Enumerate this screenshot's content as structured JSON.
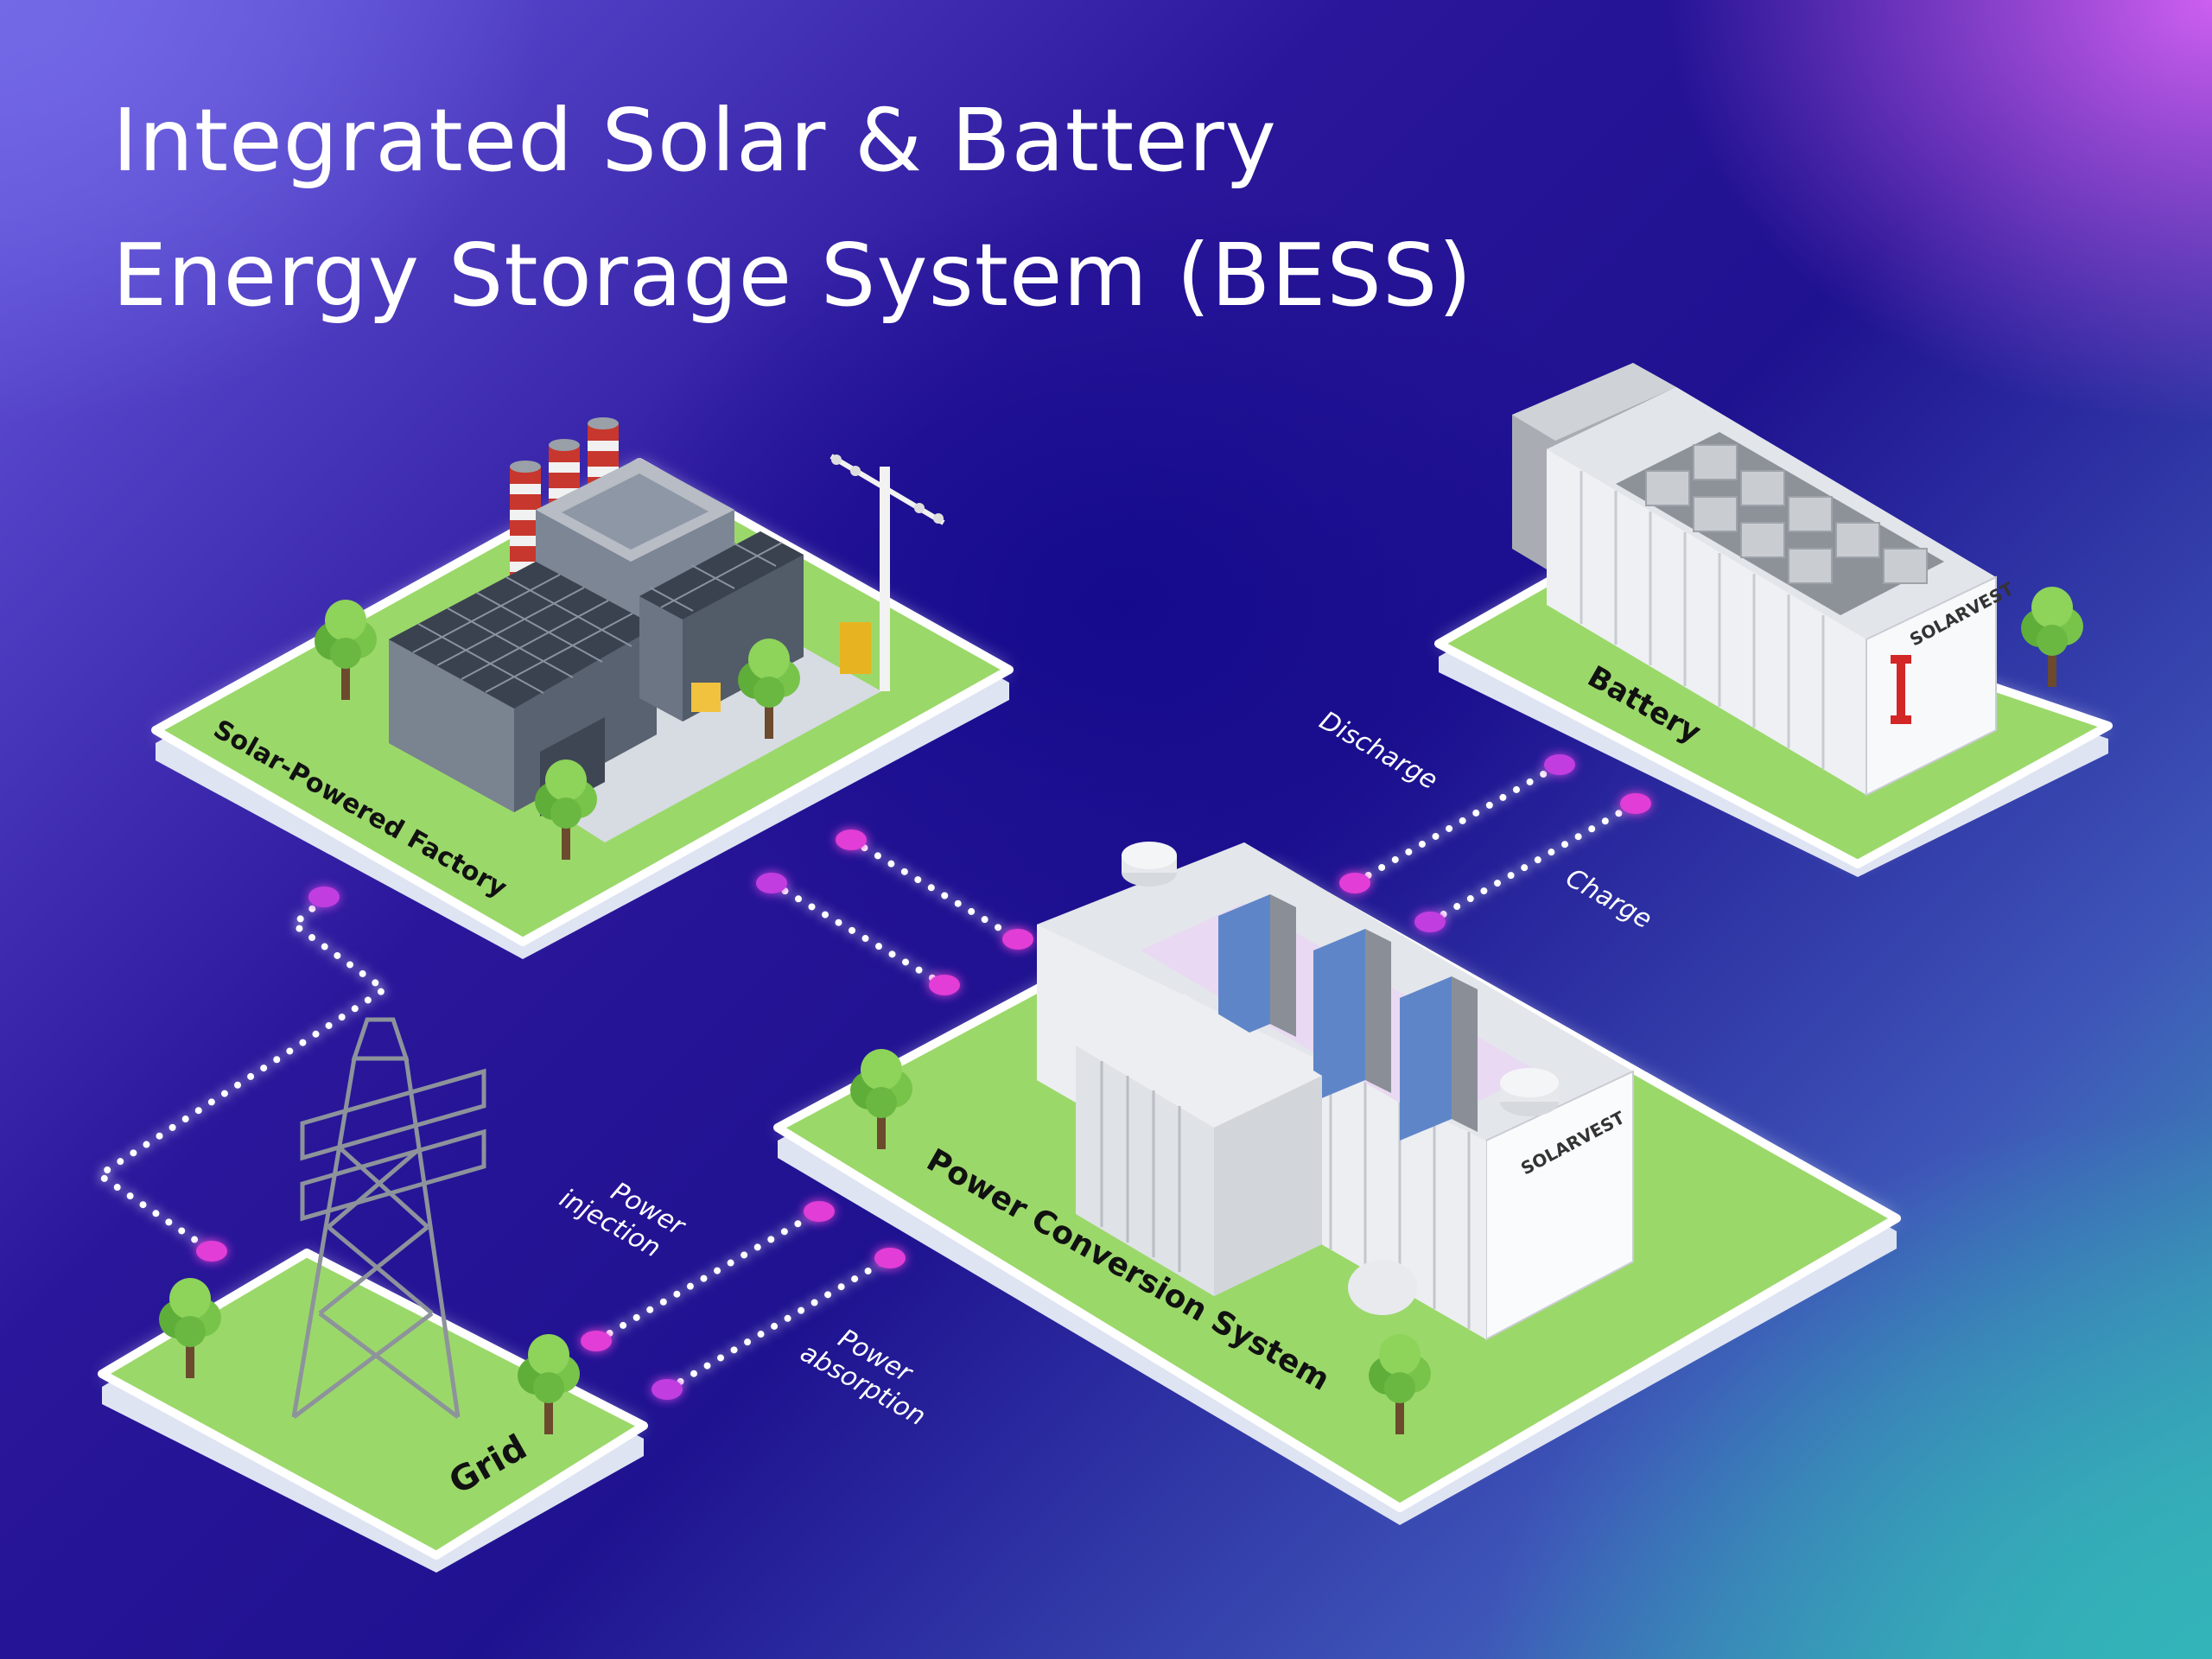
{
  "title": {
    "line1": "Integrated Solar & Battery",
    "line2": "Energy Storage System (BESS)"
  },
  "nodes": {
    "factory": "Solar-Powered Factory",
    "battery": "Battery",
    "pcs": "Power Conversion System",
    "grid": "Grid"
  },
  "flows": {
    "discharge": "Discharge",
    "charge": "Charge",
    "power_injection": [
      "Power",
      "injection"
    ],
    "power_absorption": [
      "Power",
      "absorption"
    ]
  },
  "brand": {
    "battery_container": "SOLARVEST",
    "pcs_container": "SOLARVEST"
  },
  "colors": {
    "platform_grass": "#9bd86a",
    "platform_base": "#e9ecf7",
    "connector_dot": "#e23ed6",
    "flow_line": "#ffffff"
  }
}
